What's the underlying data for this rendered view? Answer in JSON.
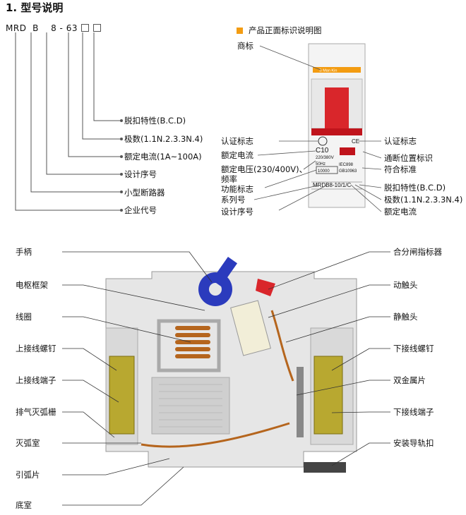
{
  "title": "1. 型号说明",
  "model_code": {
    "parts": [
      "MRD",
      "B",
      "8",
      "-",
      "63"
    ],
    "legend": [
      "脱扣特性(B.C.D)",
      "极数(1.1N.2.3.3N.4)",
      "额定电流(1A~100A)",
      "设计序号",
      "小型断路器",
      "企业代号"
    ]
  },
  "front_panel": {
    "heading": "产品正面标识说明图",
    "left_labels": [
      "商标",
      "认证标志",
      "额定电流",
      "额定电压(230/400V)、",
      "频率",
      "功能标志",
      "系列号",
      "设计序号"
    ],
    "right_labels": [
      "认证标志",
      "通断位置标识",
      "符合标准",
      "脱扣特性(B.C.D)",
      "极数(1.1N.2.3.3N.4)",
      "额定电流"
    ],
    "device_text": {
      "brand": "S Man Kin",
      "rating": "C10",
      "voltage": "220/380V",
      "freq": "50Hz",
      "std1": "IEC898",
      "std2": "GB10963",
      "capacity": "10000",
      "model": "MRDB8-10/1/C",
      "ce": "CE"
    }
  },
  "cutaway": {
    "left_labels": [
      "手柄",
      "电枢框架",
      "线圈",
      "上接线螺钉",
      "上接线端子",
      "排气灭弧栅",
      "灭弧室",
      "引弧片",
      "底室"
    ],
    "right_labels": [
      "合分闸指标器",
      "动触头",
      "静触头",
      "下接线螺钉",
      "双金属片",
      "下接线端子",
      "安装导轨扣"
    ]
  },
  "colors": {
    "accent_orange": "#f39c12",
    "handle_red": "#d9262b",
    "trip_red": "#c0141c",
    "coil_copper": "#b5651d",
    "handle_blue": "#2b3bbd"
  }
}
